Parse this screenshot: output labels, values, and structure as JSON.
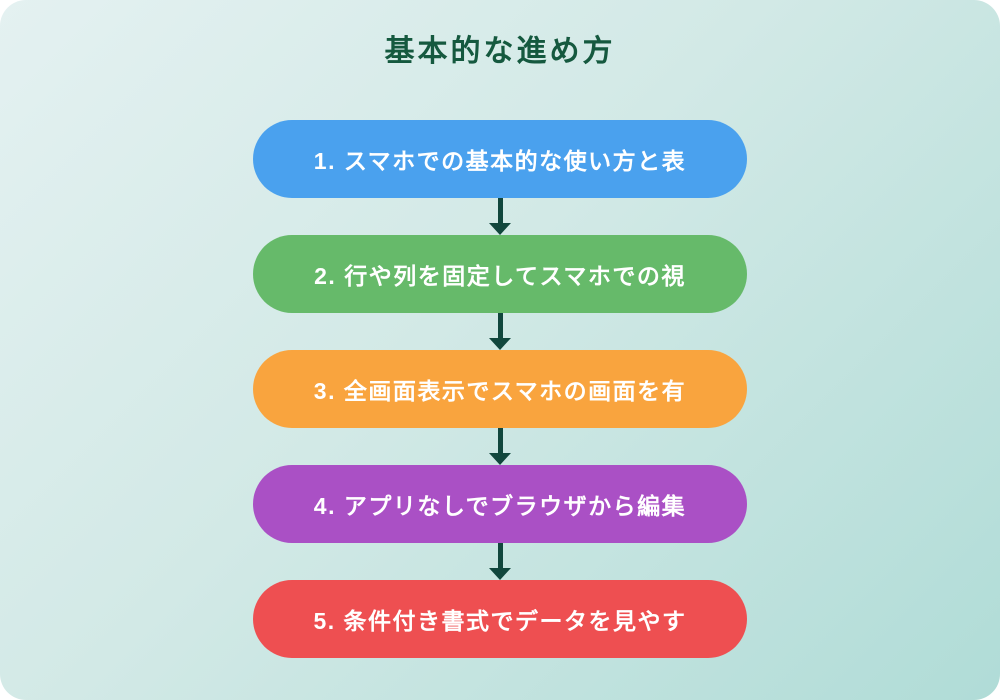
{
  "title": "基本的な進め方",
  "title_color": "#15593f",
  "arrow_color": "#11473d",
  "background": {
    "gradient_start": "#e4f1f1",
    "gradient_end": "#b0dcd7"
  },
  "steps": [
    {
      "label": "1. スマホでの基本的な使い方と表",
      "color": "#4aa1ee"
    },
    {
      "label": "2. 行や列を固定してスマホでの視",
      "color": "#66ba6a"
    },
    {
      "label": "3. 全画面表示でスマホの画面を有",
      "color": "#f9a43e"
    },
    {
      "label": "4. アプリなしでブラウザから編集",
      "color": "#aa50c5"
    },
    {
      "label": "5. 条件付き書式でデータを見やす",
      "color": "#ee4f51"
    }
  ]
}
